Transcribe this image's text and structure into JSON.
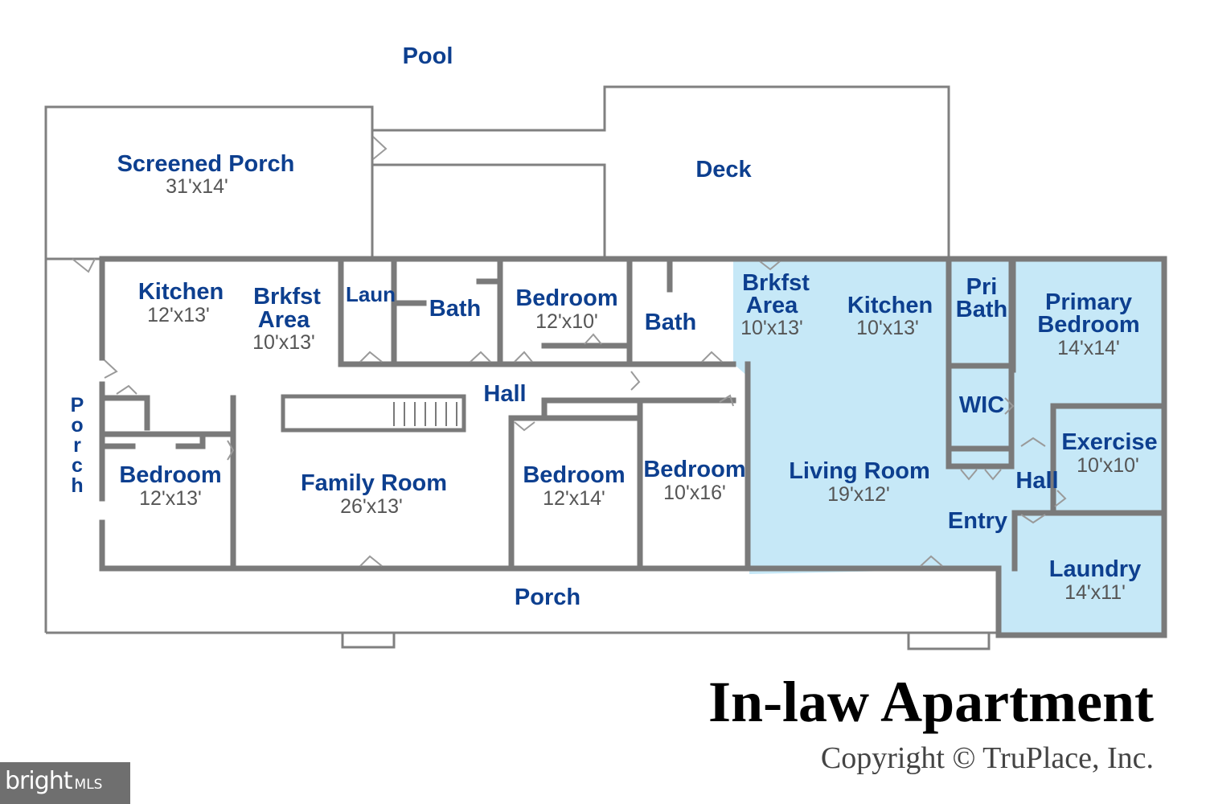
{
  "colors": {
    "wall": "#7a7a7a",
    "outline": "#808080",
    "highlight": "#c6e8f7",
    "label": "#0d3f8f"
  },
  "labels": {
    "pool": "Pool",
    "screened_porch": "Screened Porch",
    "screened_porch_dim": "31'x14'",
    "deck": "Deck",
    "kitchen_main": "Kitchen",
    "kitchen_main_dim": "12'x13'",
    "brkfst_main_1": "Brkfst",
    "brkfst_main_2": "Area",
    "brkfst_main_dim": "10'x13'",
    "laun": "Laun",
    "bath_1": "Bath",
    "bedroom_top": "Bedroom",
    "bedroom_top_dim": "12'x10'",
    "bath_2": "Bath",
    "brkfst_apt_1": "Brkfst",
    "brkfst_apt_2": "Area",
    "brkfst_apt_dim": "10'x13'",
    "kitchen_apt": "Kitchen",
    "kitchen_apt_dim": "10'x13'",
    "pri_bath_1": "Pri",
    "pri_bath_2": "Bath",
    "primary_bedroom_1": "Primary",
    "primary_bedroom_2": "Bedroom",
    "primary_bedroom_dim": "14'x14'",
    "porch_side": "Porch",
    "hall_main": "Hall",
    "wic": "WIC",
    "exercise": "Exercise",
    "exercise_dim": "10'x10'",
    "bedroom_left": "Bedroom",
    "bedroom_left_dim": "12'x13'",
    "family_room": "Family Room",
    "family_room_dim": "26'x13'",
    "bedroom_mid": "Bedroom",
    "bedroom_mid_dim": "12'x14'",
    "bedroom_right": "Bedroom",
    "bedroom_right_dim": "10'x16'",
    "living_room": "Living Room",
    "living_room_dim": "19'x12'",
    "hall_apt": "Hall",
    "entry": "Entry",
    "laundry": "Laundry",
    "laundry_dim": "14'x11'",
    "porch_bottom": "Porch"
  },
  "title": "In-law Apartment",
  "copyright": "Copyright © TruPlace, Inc.",
  "badge": {
    "main": "bright",
    "sub": "MLS"
  }
}
